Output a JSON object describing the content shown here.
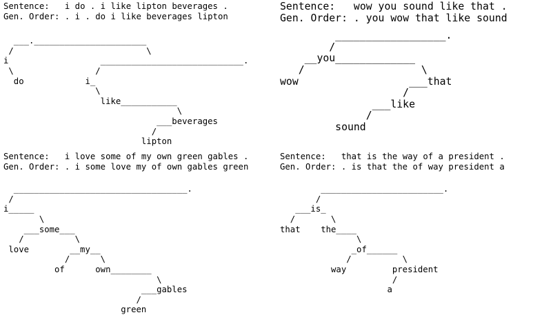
{
  "panels": [
    {
      "sentence_label": "Sentence:",
      "sentence": "i do . i like lipton beverages .",
      "order_label": "Gen. Order:",
      "order": ". i . do i like beverages lipton",
      "tree": "  ___.______________________\n /                          \\\ni                  ____________________________.\n \\                /\n  do            i_\n                  \\\n                   like___________\n                                  \\\n                              ___beverages\n                             /\n                           lipton"
    },
    {
      "sentence_label": "Sentence:",
      "sentence": "wow you sound like that .",
      "order_label": "Gen. Order:",
      "order": ". you wow that like sound",
      "tree": "         __________________.\n        /\n    __you_____________\n   /                   \\\nwow                  ___that\n                    /\n               ___like\n              /\n         sound"
    },
    {
      "sentence_label": "Sentence:",
      "sentence": "i love some of my own green gables .",
      "order_label": "Gen. Order:",
      "order": ". i some love my of own gables green",
      "tree": "  __________________________________.\n /\ni_____\n       \\\n    ___some___\n   /          \\\n love        __my__\n            /      \\\n          of      own________\n                              \\\n                           ___gables\n                          /\n                       green"
    },
    {
      "sentence_label": "Sentence:",
      "sentence": "that is the way of a president .",
      "order_label": "Gen. Order:",
      "order": ". is that the of way president a",
      "tree": "        ________________________.\n       /\n   ___is_\n  /       \\\nthat    the____\n               \\\n              _of______\n             /          \\\n          way         president\n                      /\n                     a"
    }
  ]
}
